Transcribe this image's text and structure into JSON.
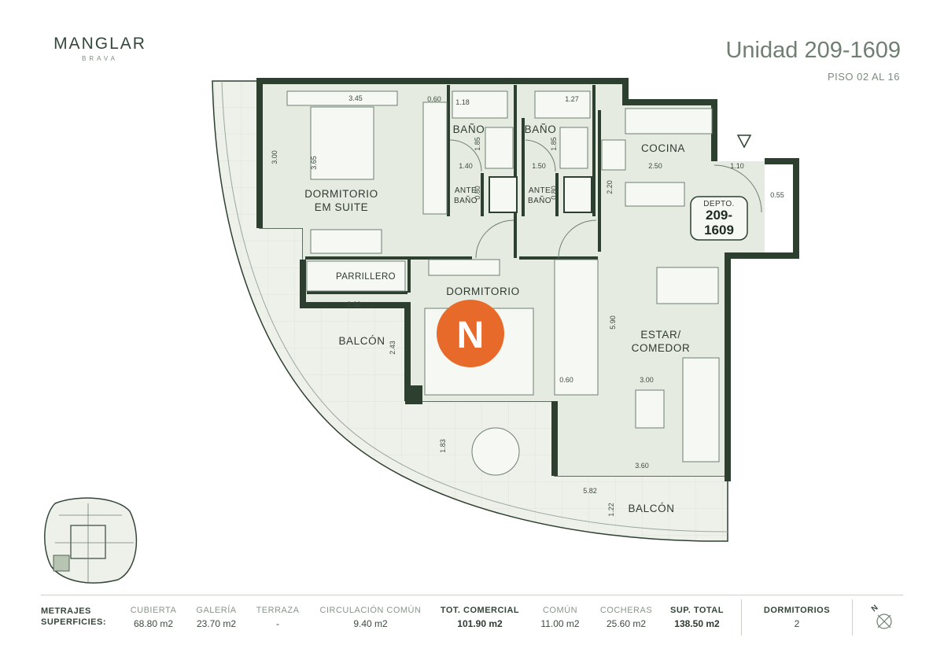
{
  "brand": {
    "name": "MANGLAR",
    "sub": "BRAVA"
  },
  "unit": {
    "title": "Unidad 209-1609",
    "floors": "PISO 02 AL 16"
  },
  "rooms": {
    "suite": [
      "DORMITORIO",
      "EM SUITE"
    ],
    "bano1": "BAÑO",
    "bano2": "BAÑO",
    "antebano1": [
      "ANTE",
      "BAÑO"
    ],
    "antebano2": [
      "ANTE",
      "BAÑO"
    ],
    "cocina": "COCINA",
    "dormitorio": "DORMITORIO",
    "parrillero": "PARRILLERO",
    "balcon_left": "BALCÓN",
    "balcon_bottom": "BALCÓN",
    "estar": [
      "ESTAR/",
      "COMEDOR"
    ]
  },
  "depto_tag": {
    "label": "DEPTO.",
    "line1": "209-",
    "line2": "1609"
  },
  "north_badge": "N",
  "dimensions": {
    "d345": "3.45",
    "d060a": "0.60",
    "d118": "1.18",
    "d127": "1.27",
    "d300": "3.00",
    "d365": "3.65",
    "d185a": "1.85",
    "d185b": "1.85",
    "d140": "1.40",
    "d150": "1.50",
    "d080a": "0.80",
    "d080b": "0.80",
    "d250": "2.50",
    "d110": "1.10",
    "d055": "0.55",
    "d220": "2.20",
    "d232": "2.32",
    "d243": "2.43",
    "d590": "5.90",
    "d060b": "0.60",
    "d300b": "3.00",
    "d183": "1.83",
    "d360": "3.60",
    "d582": "5.82",
    "d122": "1.22"
  },
  "footer": {
    "title": [
      "METRAJES",
      "SUPERFICIES:"
    ],
    "columns": [
      {
        "label": "CUBIERTA",
        "value": "68.80 m2",
        "bold": false
      },
      {
        "label": "GALERÍA",
        "value": "23.70 m2",
        "bold": false
      },
      {
        "label": "TERRAZA",
        "value": "-",
        "bold": false
      },
      {
        "label": "CIRCULACIÓN COMÚN",
        "value": "9.40 m2",
        "bold": false
      },
      {
        "label": "TOT. COMERCIAL",
        "value": "101.90 m2",
        "bold": true
      },
      {
        "label": "COMÚN",
        "value": "11.00 m2",
        "bold": false
      },
      {
        "label": "COCHERAS",
        "value": "25.60 m2",
        "bold": false
      },
      {
        "label": "SUP. TOTAL",
        "value": "138.50 m2",
        "bold": true
      }
    ],
    "bedrooms": {
      "label": "DORMITORIOS",
      "value": "2"
    },
    "compass_letter": "N"
  },
  "colors": {
    "wall": "#2d4030",
    "floor": "#e6ebe1",
    "balcony": "#eef1ea",
    "accent": "#e86a2a",
    "text": "#3d4a3f"
  }
}
